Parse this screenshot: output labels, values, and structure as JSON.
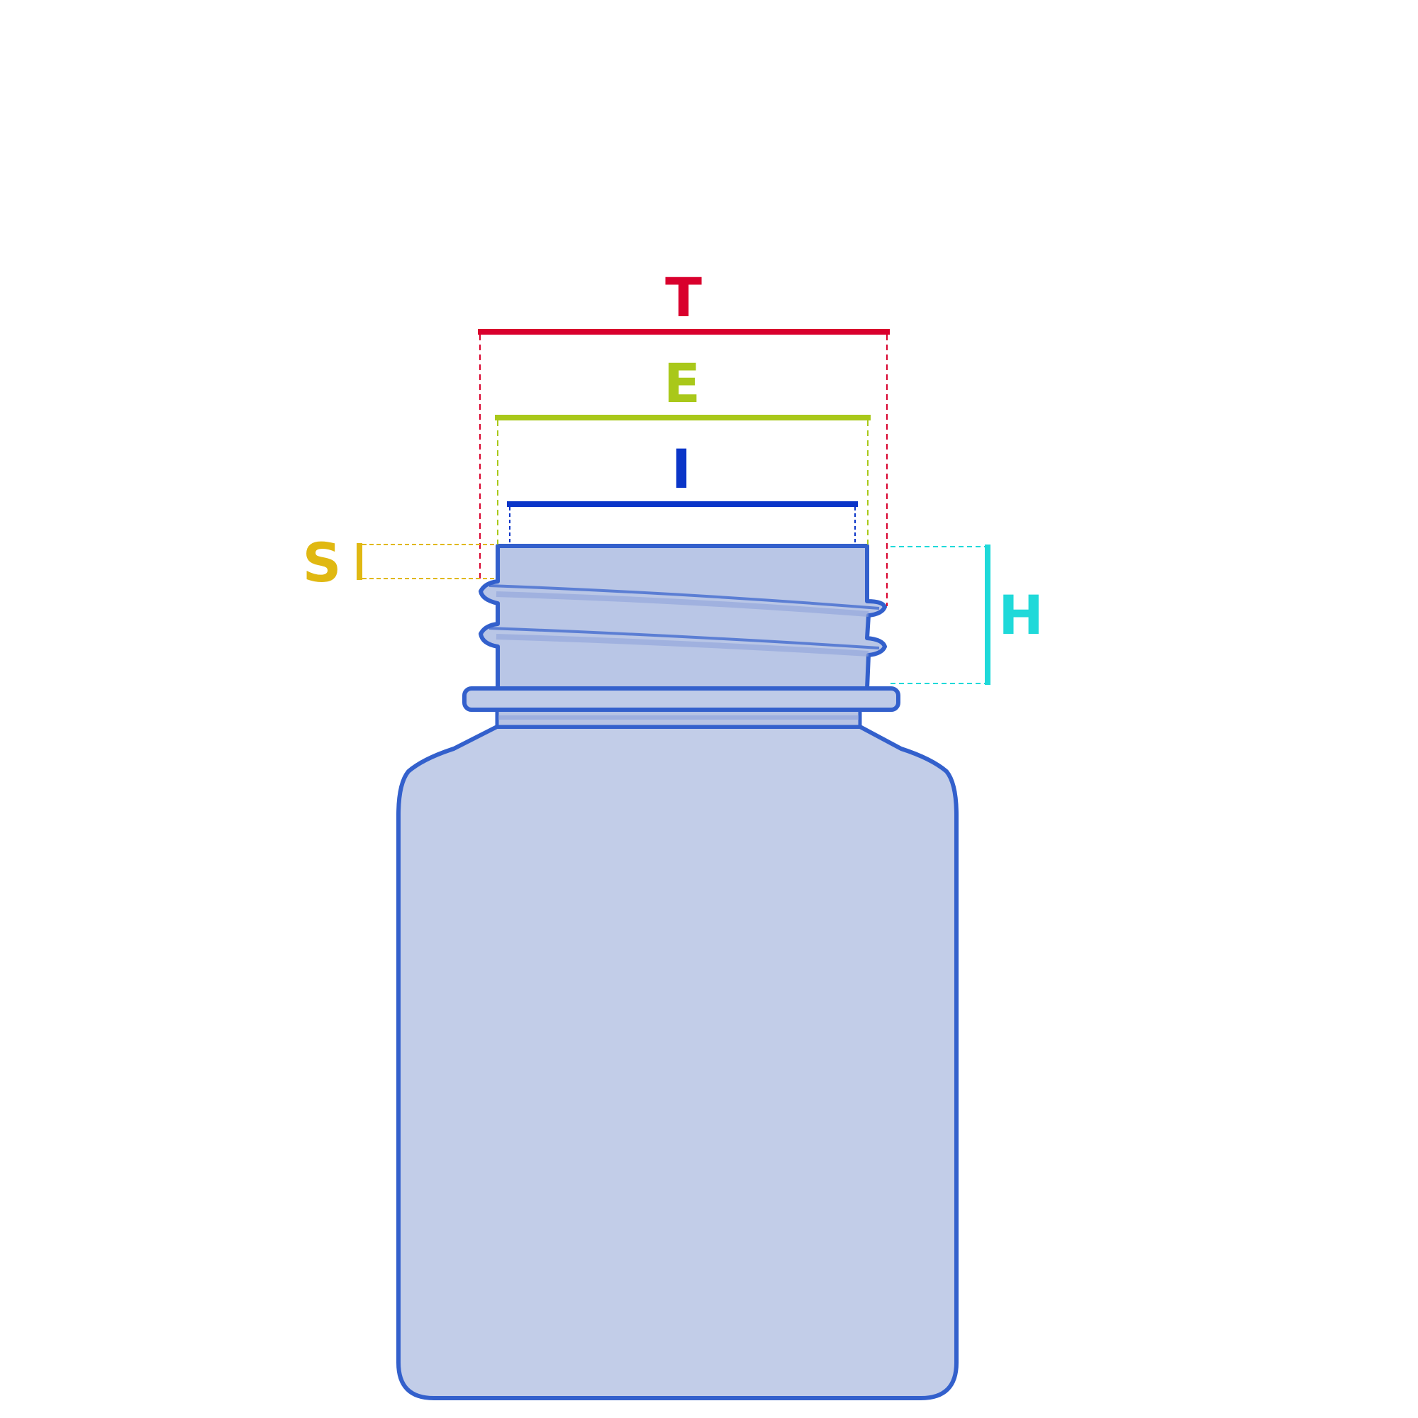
{
  "colors": {
    "T": "#d9002d",
    "E": "#a9c81a",
    "I": "#0a35c8",
    "S": "#e0b812",
    "H": "#1fd9d9",
    "bottle_fill": "#c2cde8",
    "bottle_stroke": "#3360cc",
    "background": "#ffffff"
  },
  "labels": {
    "T": "T",
    "E": "E",
    "I": "I",
    "S": "S",
    "H": "H"
  }
}
